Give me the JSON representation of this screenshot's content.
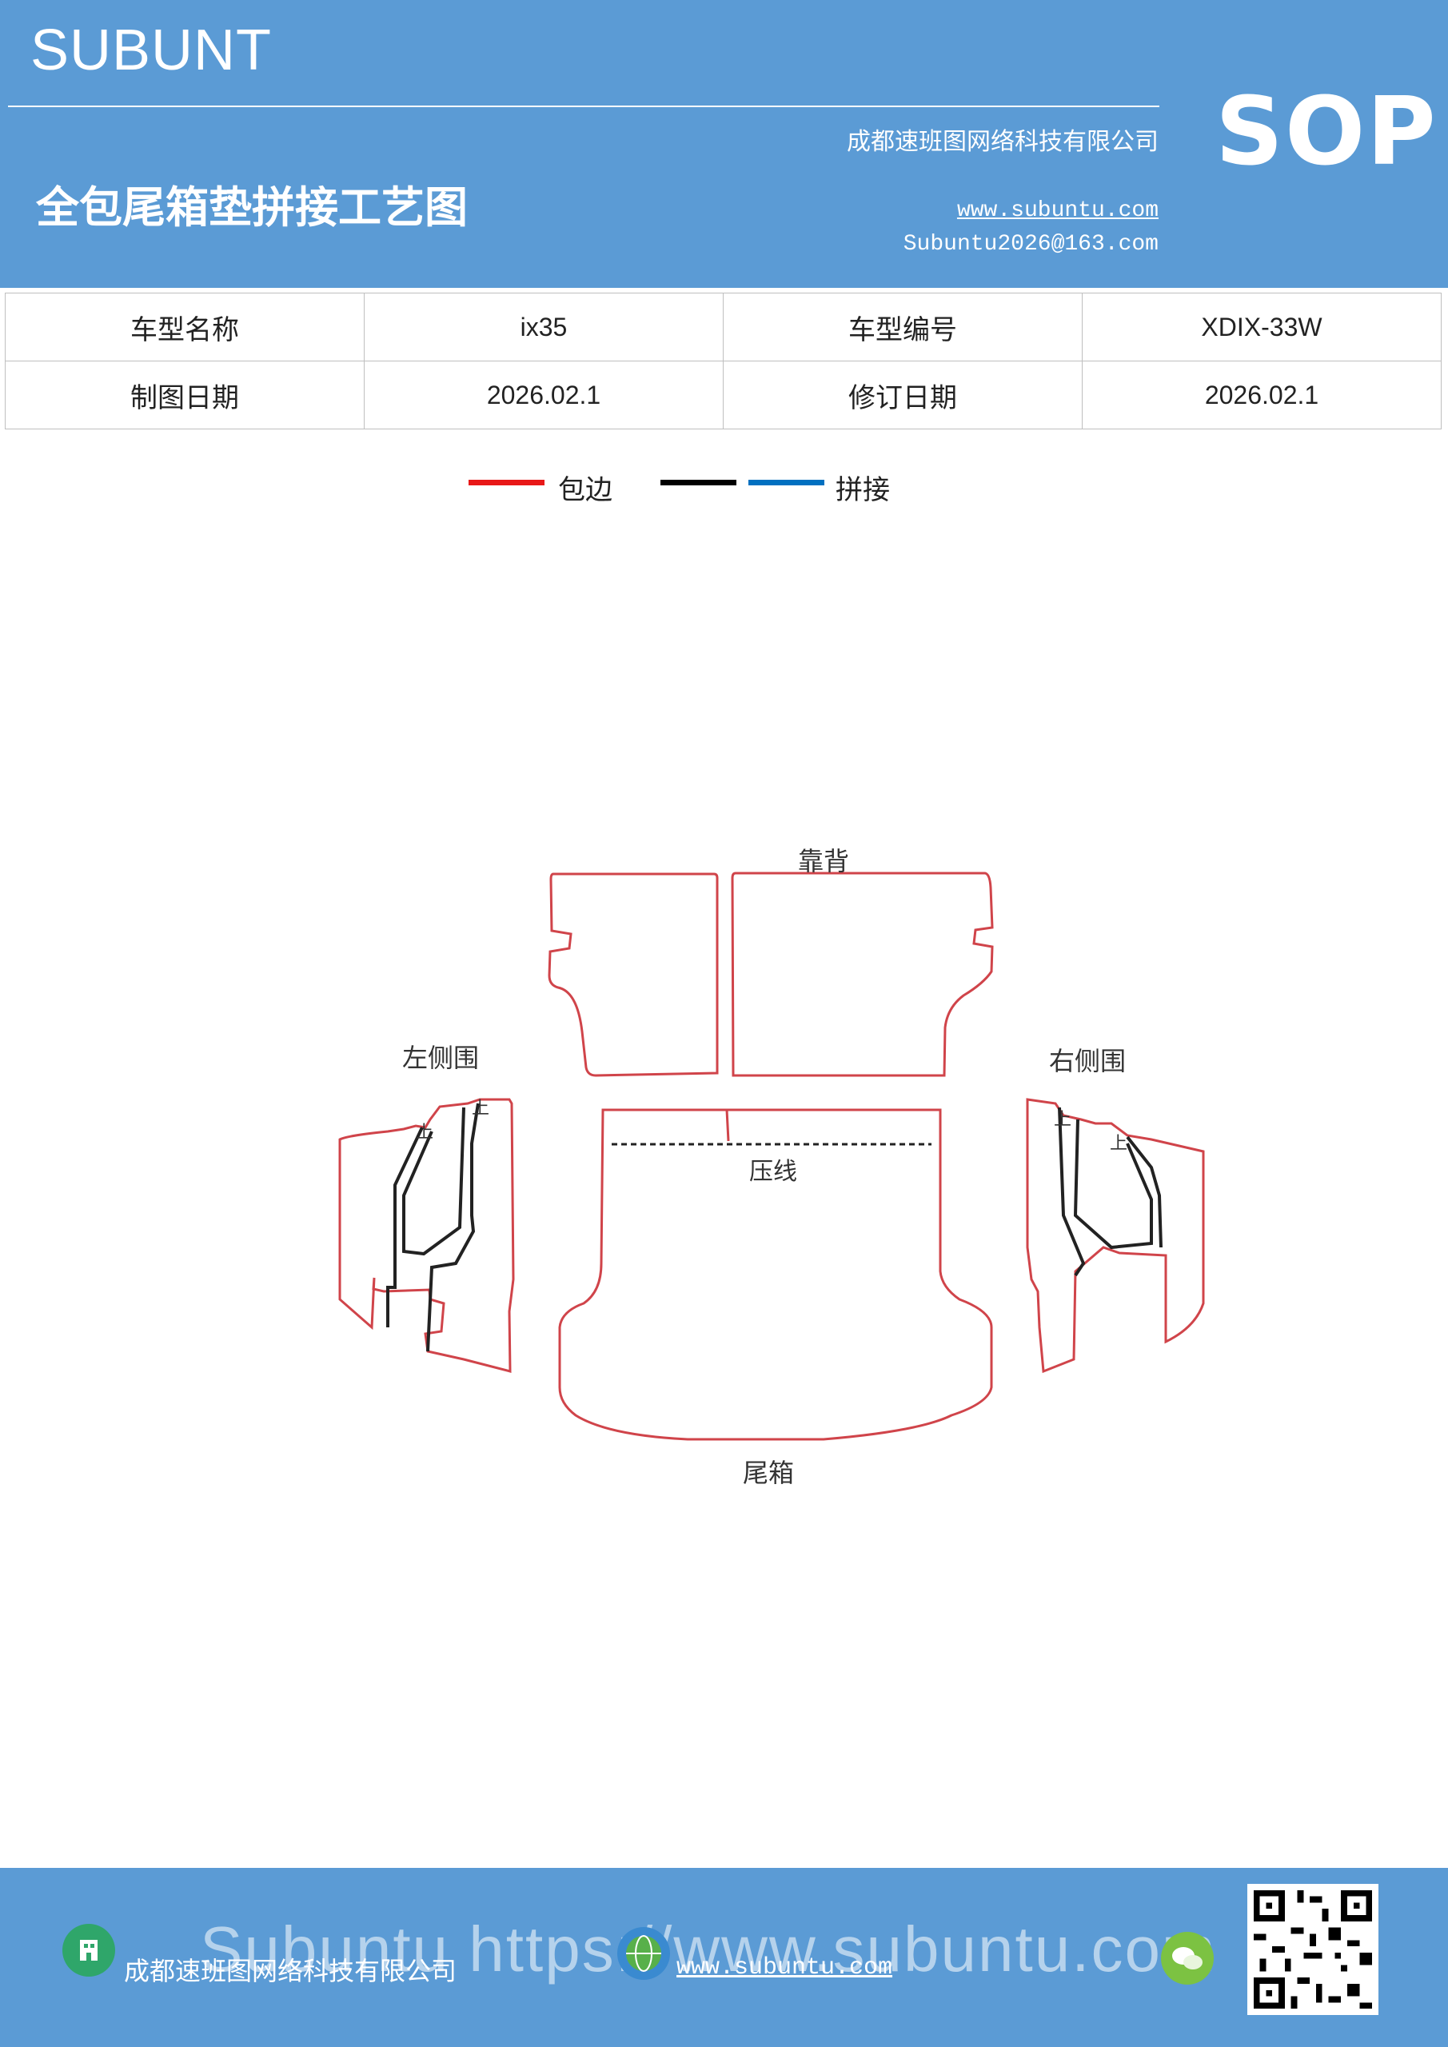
{
  "header": {
    "brand": "SUBUNT",
    "title": "全包尾箱垫拼接工艺图",
    "company": "成都速班图网络科技有限公司",
    "website": "www.subuntu.com",
    "email": "Subuntu2026@163.com",
    "badge": "SOP"
  },
  "info_table": {
    "model_name_label": "车型名称",
    "model_name_value": "ix35",
    "model_code_label": "车型编号",
    "model_code_value": "XDIX-33W",
    "draw_date_label": "制图日期",
    "draw_date_value": "2026.02.1",
    "revise_date_label": "修订日期",
    "revise_date_value": "2026.02.1"
  },
  "legend": {
    "edge_label": "包边",
    "edge_color": "#e81818",
    "seam_label": "拼接",
    "seam_colors": [
      "#000000",
      "#0070c0"
    ]
  },
  "diagram": {
    "backrest": "靠背",
    "left_side": "左侧围",
    "right_side": "右侧围",
    "press_line": "压线",
    "trunk": "尾箱",
    "up_mark": "上",
    "outline_color": "#d0444a"
  },
  "footer": {
    "company": "成都速班图网络科技有限公司",
    "url": "www.subuntu.com",
    "watermark": "Subuntu https://www.subuntu.com"
  }
}
